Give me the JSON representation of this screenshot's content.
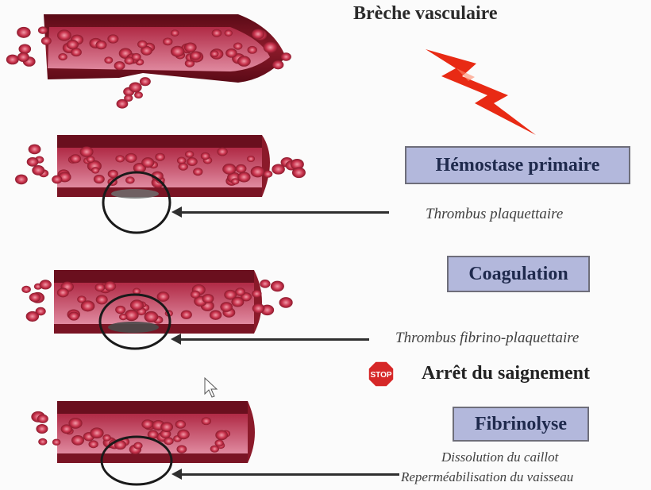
{
  "title": "Brèche vasculaire",
  "stages": [
    {
      "label": "Hémostase primaire",
      "caption": "Thrombus plaquettaire"
    },
    {
      "label": "Coagulation",
      "caption": "Thrombus fibrino-plaquettaire"
    },
    {
      "label": "Fibrinolyse",
      "caption_lines": [
        "Dissolution du caillot",
        "Reperméabilisation du vaisseau"
      ]
    }
  ],
  "stop": {
    "sign_text": "STOP",
    "label": "Arrêt du saignement"
  },
  "colors": {
    "vessel_wall": "#7a1020",
    "vessel_inner": "#c43a55",
    "blood_cell": "#c8334d",
    "lightning": "#e82a14",
    "stage_box": "#b3b8dc",
    "stop_red": "#d62828"
  }
}
